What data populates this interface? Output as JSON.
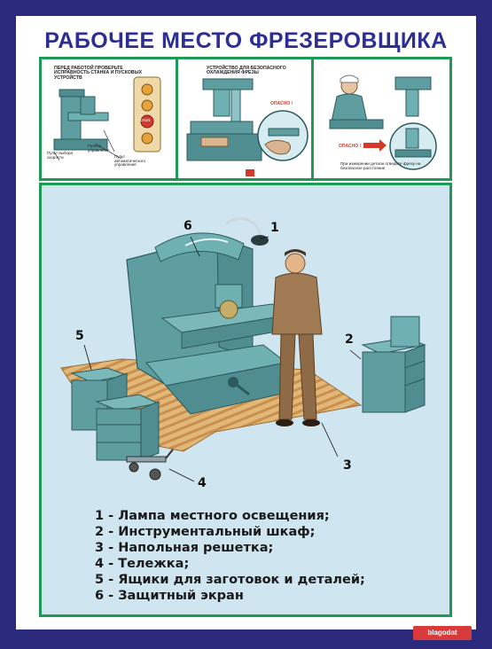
{
  "title": "РАБОЧЕЕ МЕСТО ФРЕЗЕРОВЩИКА",
  "panel1": {
    "caption": "ПЕРЕД РАБОТОЙ ПРОВЕРЬТЕ ИСПРАВНОСТЬ СТАНКА И ПУСКОВЫХ УСТРОЙСТВ",
    "label_a": "Пульт выбора скорости",
    "label_b": "Ручное управление",
    "label_c": "Пульт автоматического управления",
    "buttons": [
      "",
      "",
      "СТОП",
      ""
    ]
  },
  "panel2": {
    "caption": "УСТРОЙСТВО ДЛЯ БЕЗОПАСНОГО ОХЛАЖДЕНИЯ ФРЕЗЫ",
    "danger": "ОПАСНО !"
  },
  "panel3": {
    "danger": "ОПАСНО !",
    "caption": "При измерении детали отведите фрезу на безопасное расстояние"
  },
  "callouts": [
    "1",
    "2",
    "3",
    "4",
    "5",
    "6"
  ],
  "legend": [
    "1 - Лампа местного освещения;",
    "2 - Инструментальный шкаф;",
    "3 - Напольная решетка;",
    "4 - Тележка;",
    "5 - Ящики для заготовок и деталей;",
    "6 - Защитный экран"
  ],
  "colors": {
    "frame": "#2b2a7c",
    "border": "#1f9a55",
    "title": "#2d2e93",
    "machine": "#5e9ea1",
    "background": "#cfe6f0",
    "grate": "#d8a766"
  },
  "logo": "blagodat"
}
